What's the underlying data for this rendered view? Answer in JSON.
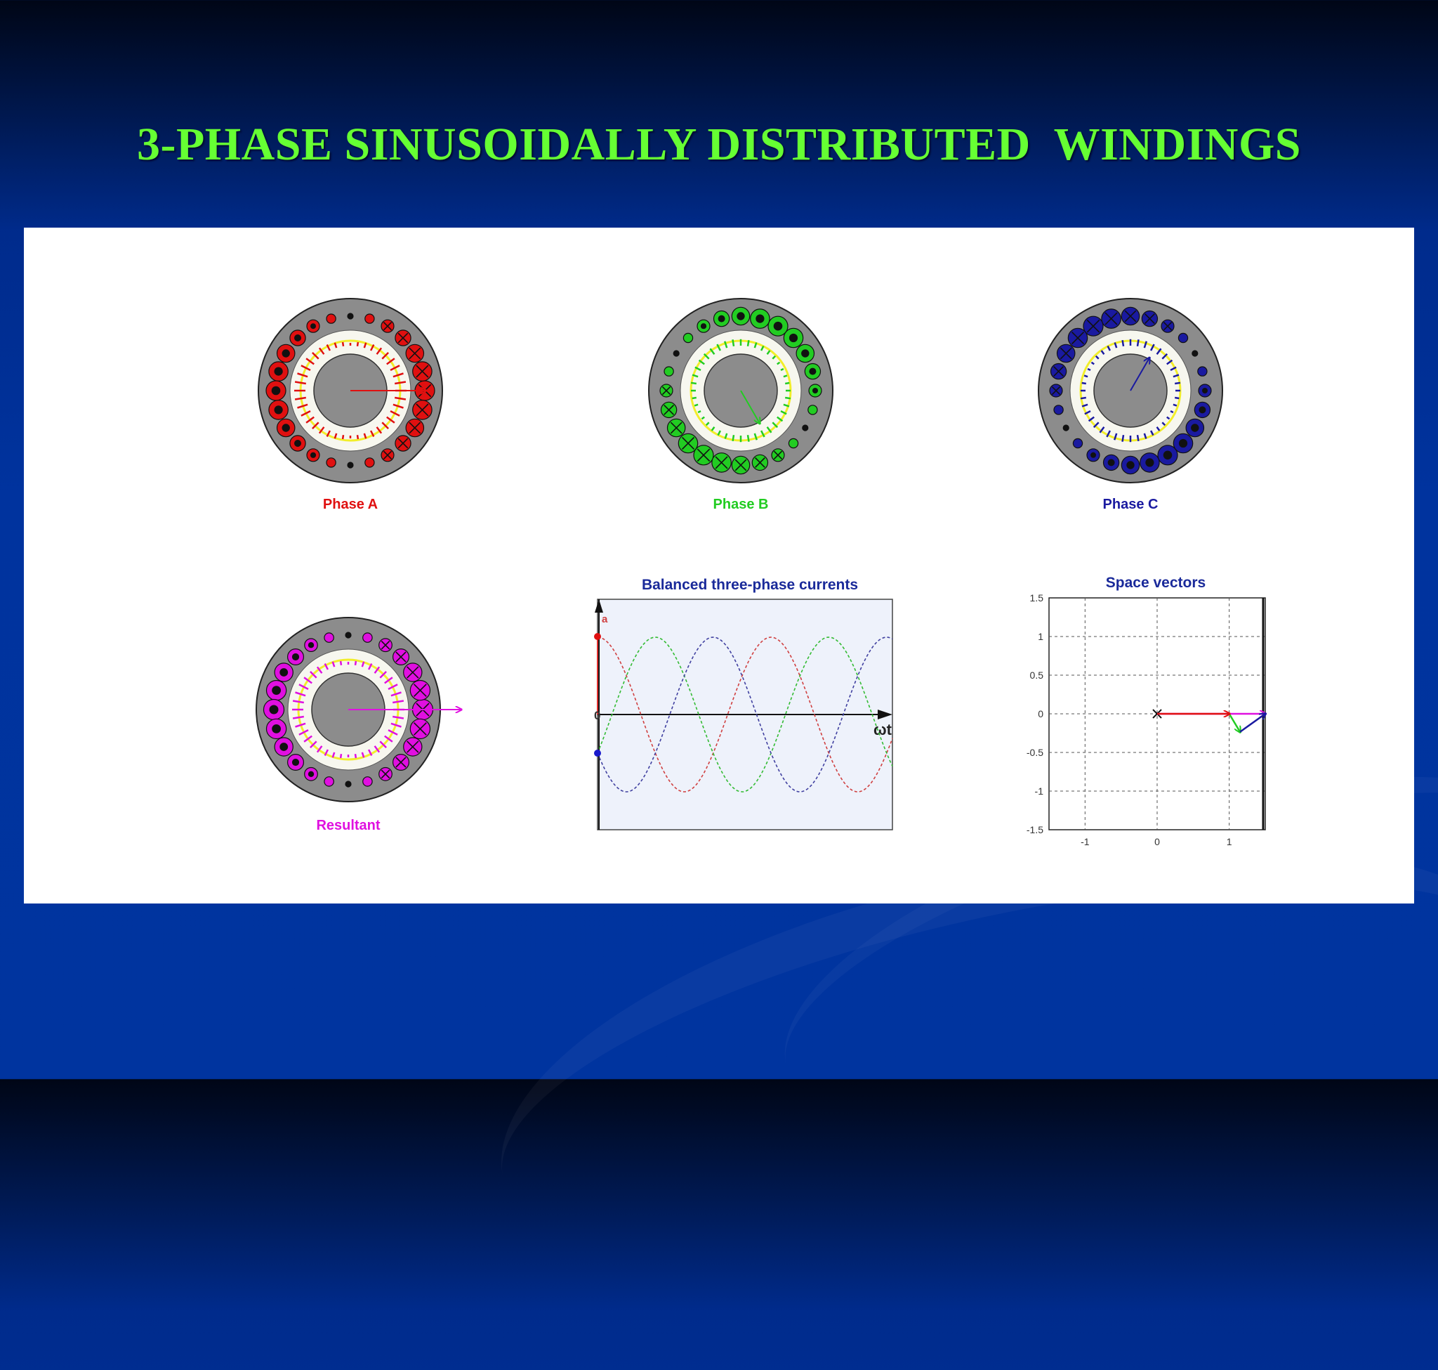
{
  "slide": {
    "title": "3-PHASE SINUSOIDALLY DISTRIBUTED  WINDINGS"
  },
  "machines": [
    {
      "label": "Phase A",
      "color": "#e01010",
      "vector_angle_deg": 0,
      "vector_magnitude": 1.0
    },
    {
      "label": "Phase B",
      "color": "#22cc22",
      "vector_angle_deg": -60,
      "vector_magnitude": 0.5
    },
    {
      "label": "Phase C",
      "color": "#1a1aa0",
      "vector_angle_deg": 60,
      "vector_magnitude": 0.5
    },
    {
      "label": "Resultant",
      "color": "#e010e0",
      "vector_angle_deg": 0,
      "vector_magnitude": 1.5
    }
  ],
  "currents_plot": {
    "title": "Balanced three-phase currents",
    "current_label": "a",
    "origin_label": "0",
    "x_label": "ωt",
    "series_colors": [
      "#d04040",
      "#33bb33",
      "#4040a0"
    ]
  },
  "space_vectors_plot": {
    "title": "Space vectors",
    "y_ticks": [
      "1.5",
      "1",
      "0.5",
      "0",
      "-0.5",
      "-1",
      "-1.5"
    ],
    "x_ticks": [
      "-1",
      "0",
      "1"
    ],
    "xlim": [
      -1.5,
      1.5
    ],
    "ylim": [
      -1.5,
      1.5
    ]
  },
  "colors": {
    "title_green": "#66ff33",
    "background_blue": "#00339e",
    "phase_a": "#e01010",
    "phase_b": "#22cc22",
    "phase_c": "#1a1aa0",
    "resultant": "#e010e0"
  }
}
